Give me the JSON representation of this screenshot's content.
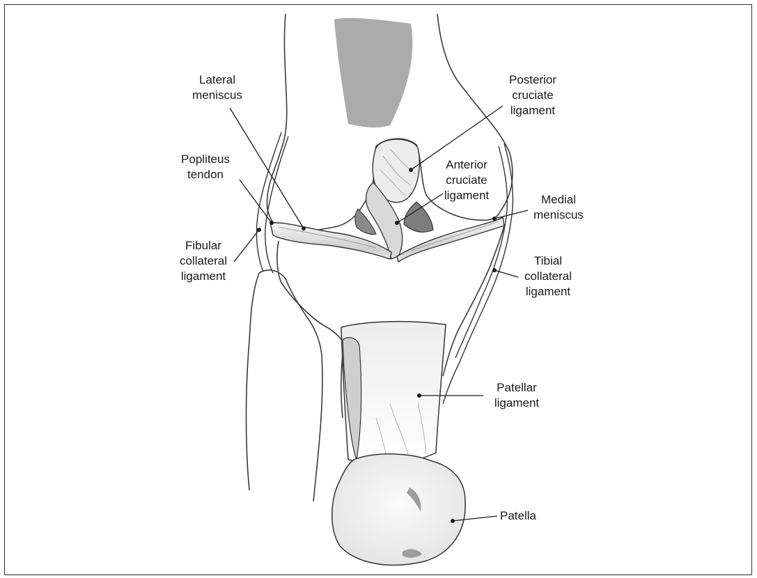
{
  "labels": {
    "lateral_meniscus": [
      "Lateral",
      "meniscus"
    ],
    "posterior_cruciate": [
      "Posterior",
      "cruciate",
      "ligament"
    ],
    "popliteus_tendon": [
      "Popliteus",
      "tendon"
    ],
    "anterior_cruciate": [
      "Anterior",
      "cruciate",
      "ligament"
    ],
    "medial_meniscus": [
      "Medial",
      "meniscus"
    ],
    "fibular_collateral": [
      "Fibular",
      "collateral",
      "ligament"
    ],
    "tibial_collateral": [
      "Tibial",
      "collateral",
      "ligament"
    ],
    "patellar_ligament": [
      "Patellar",
      "ligament"
    ],
    "patella": [
      "Patella"
    ]
  }
}
